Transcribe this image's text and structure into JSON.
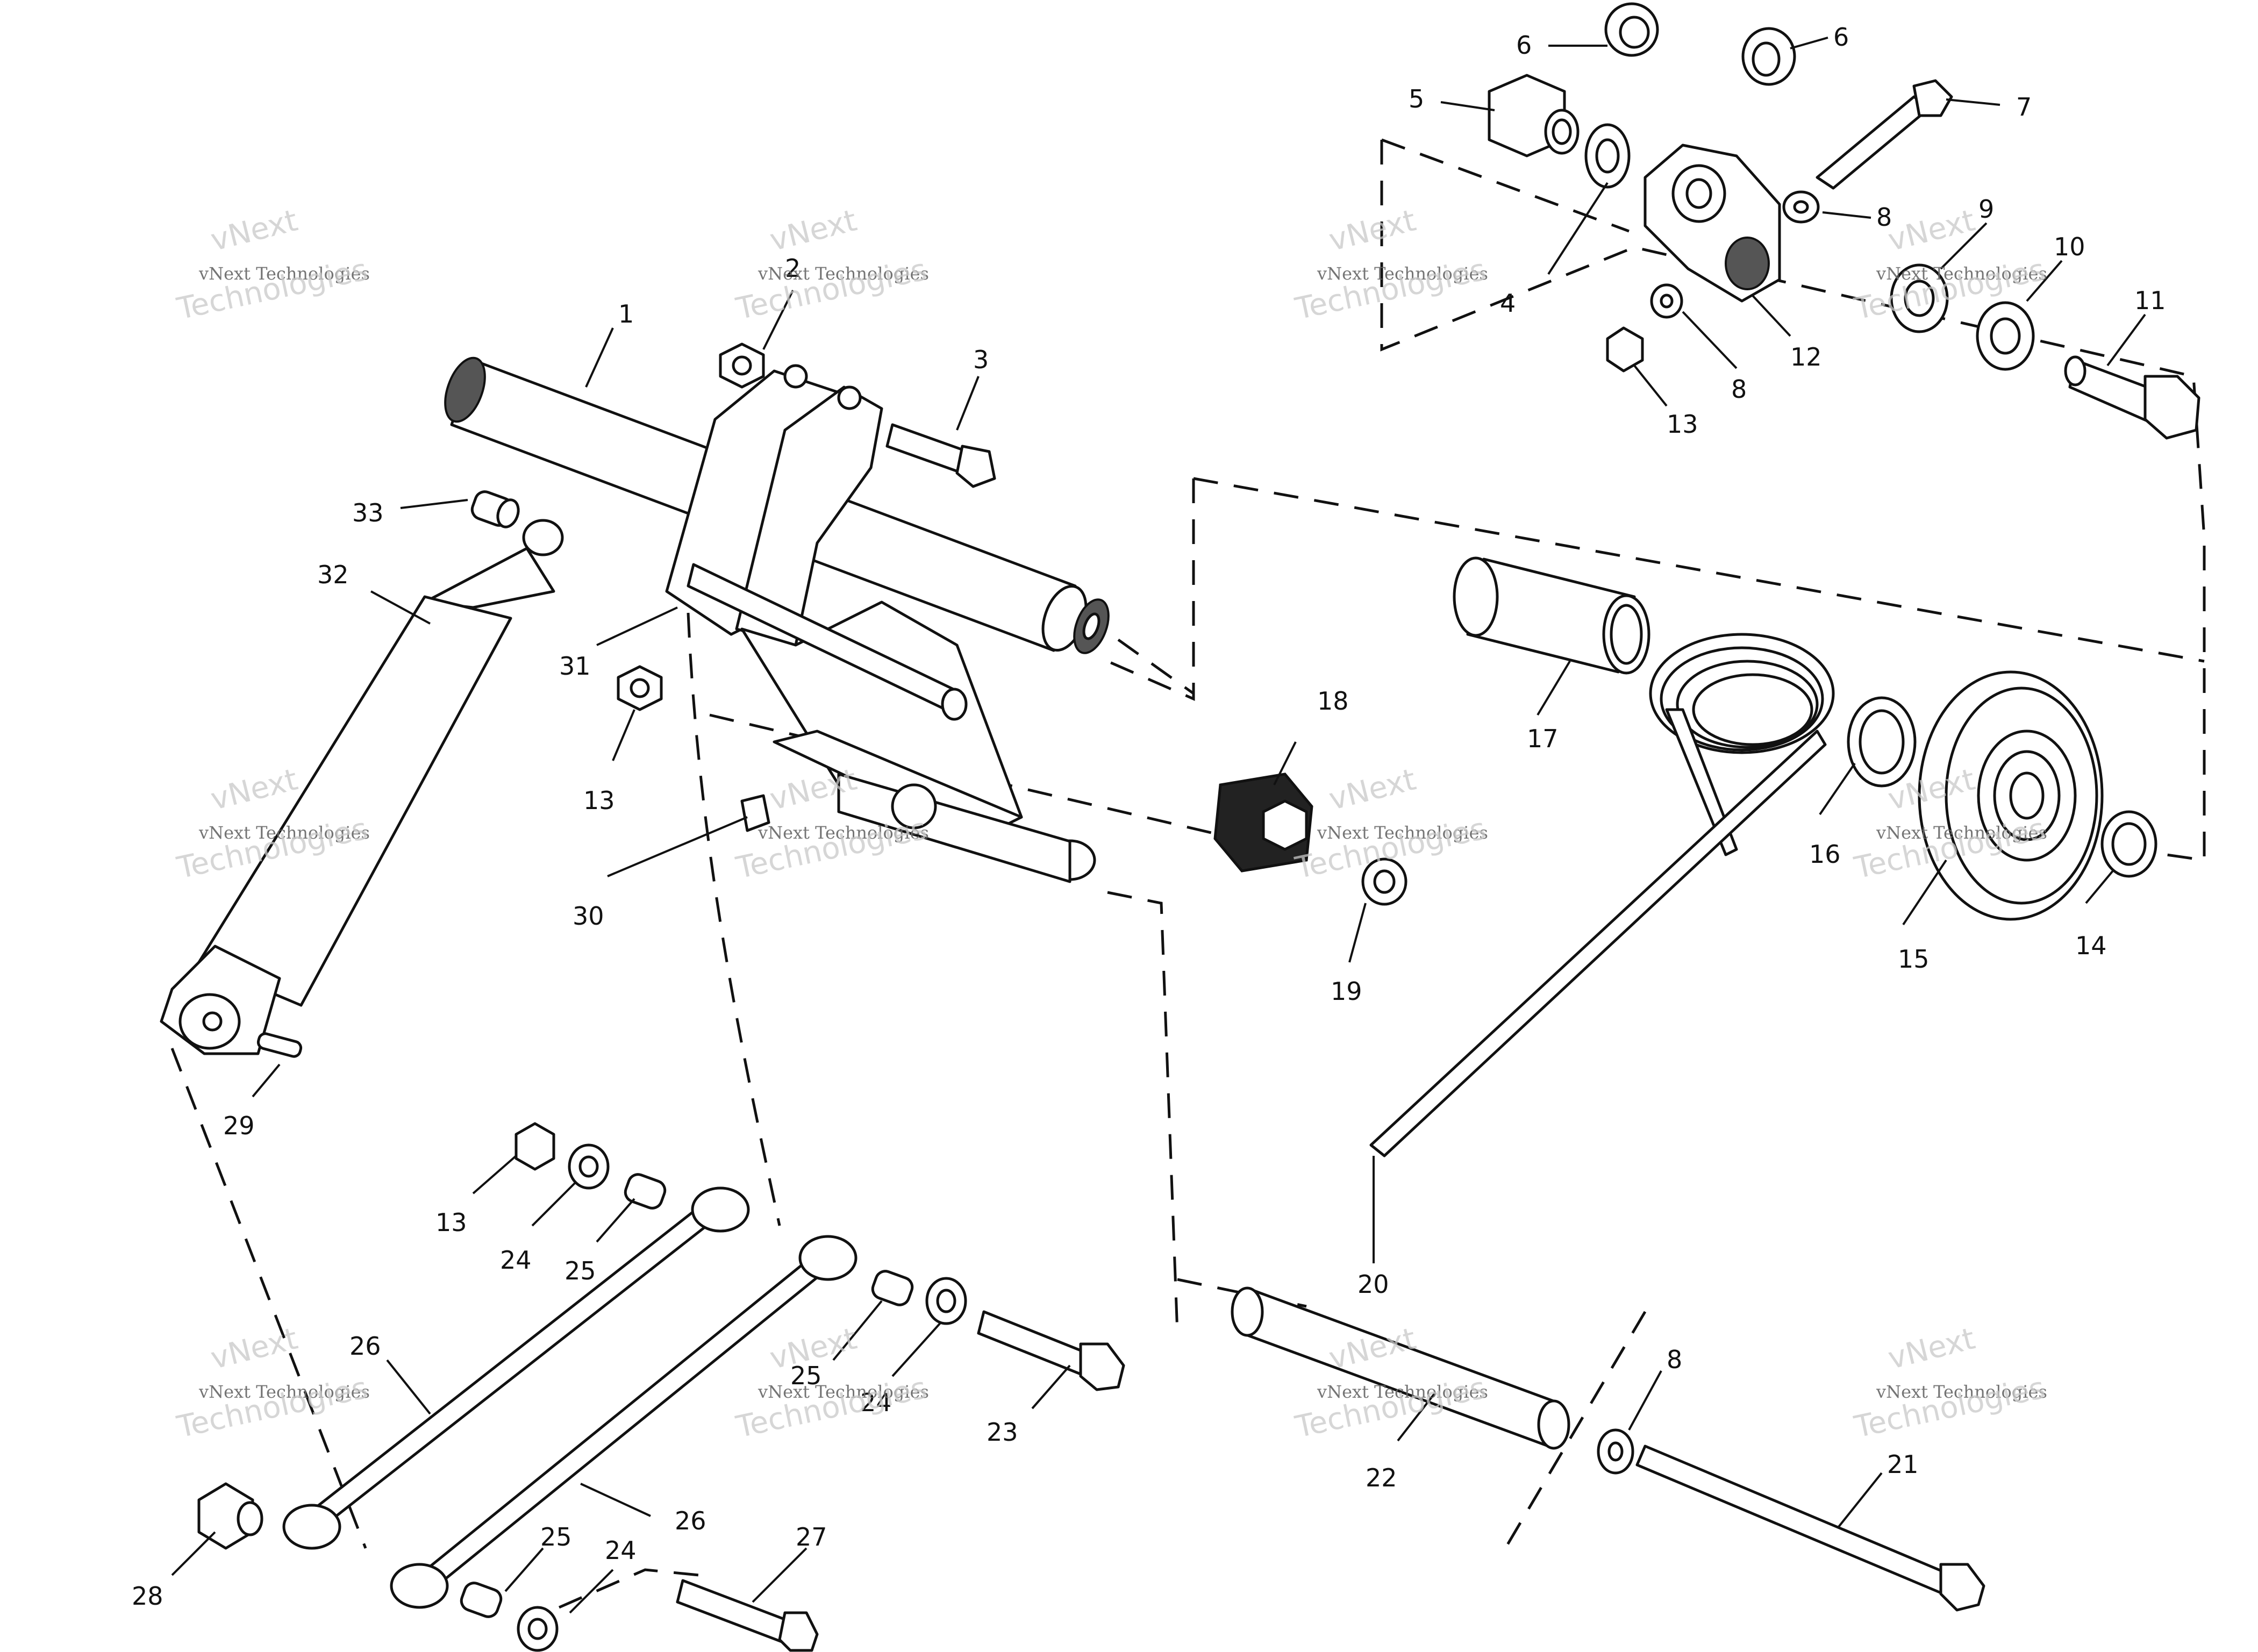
{
  "diagram": {
    "callouts": [
      "1",
      "2",
      "3",
      "4",
      "5",
      "6",
      "6",
      "7",
      "8",
      "9",
      "10",
      "11",
      "12",
      "13",
      "8",
      "13",
      "18",
      "17",
      "16",
      "15",
      "14",
      "19",
      "20",
      "30",
      "31",
      "32",
      "33",
      "29",
      "13",
      "24",
      "25",
      "26",
      "26",
      "25",
      "24",
      "23",
      "22",
      "8",
      "21",
      "28",
      "25",
      "24",
      "27"
    ],
    "watermark": {
      "line1": "vNext Technologies",
      "line2": "Technologies",
      "faint_word": "vNext"
    }
  }
}
